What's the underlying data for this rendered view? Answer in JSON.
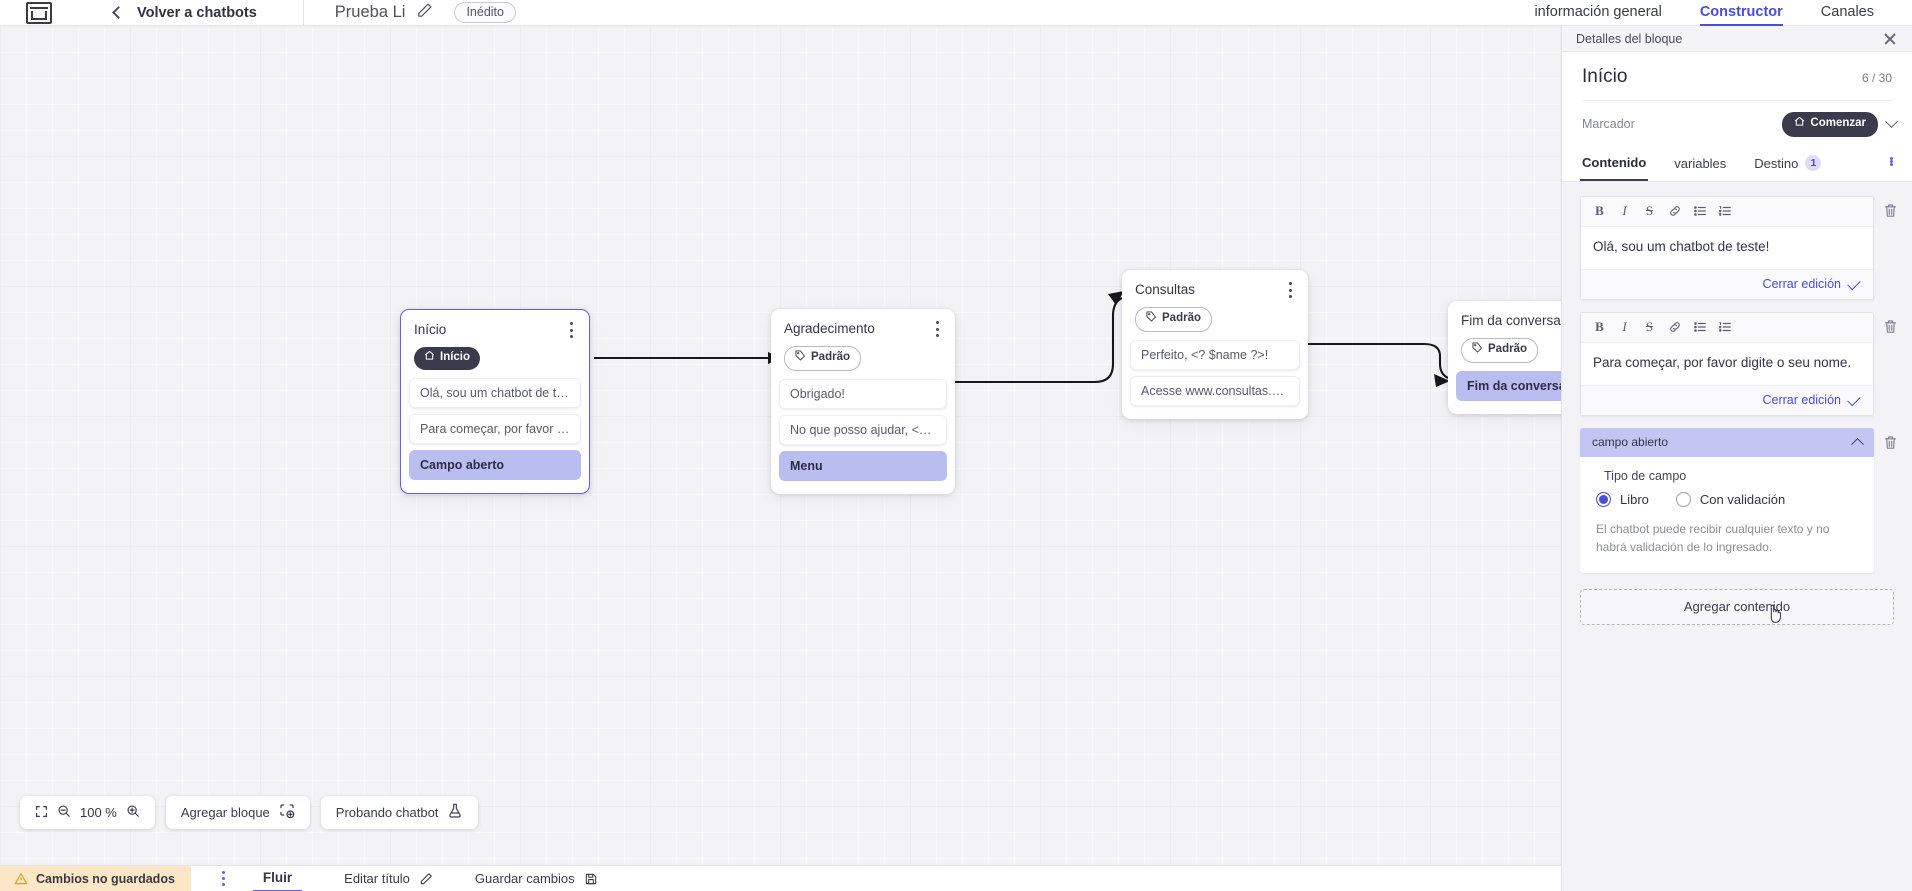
{
  "topbar": {
    "logo_name": "app-logo",
    "back_label": "Volver a chatbots",
    "doc_title": "Prueba Li",
    "status_badge": "Inédito",
    "tabs": [
      {
        "label": "información general",
        "active": false
      },
      {
        "label": "Constructor",
        "active": true
      },
      {
        "label": "Canales",
        "active": false
      }
    ]
  },
  "canvas": {
    "nodes": [
      {
        "id": "inicio",
        "title": "Início",
        "chip": {
          "label": "Início",
          "style": "dark",
          "icon": "home-icon"
        },
        "selected": true,
        "rows": [
          {
            "text": "Olá, sou um chatbot de teste!",
            "highlight": false
          },
          {
            "text": "Para começar, por favor digite o ...",
            "highlight": false
          },
          {
            "text": "Campo aberto",
            "highlight": true
          }
        ]
      },
      {
        "id": "agradecimento",
        "title": "Agradecimento",
        "chip": {
          "label": "Padrão",
          "style": "outline",
          "icon": "tag-icon"
        },
        "selected": false,
        "rows": [
          {
            "text": "Obrigado!",
            "highlight": false
          },
          {
            "text": "No que posso ajudar, <? $name ...",
            "highlight": false
          },
          {
            "text": "Menu",
            "highlight": true
          }
        ]
      },
      {
        "id": "consultas",
        "title": "Consultas",
        "chip": {
          "label": "Padrão",
          "style": "outline",
          "icon": "tag-icon"
        },
        "selected": false,
        "rows": [
          {
            "text": "Perfeito, <? $name ?>!",
            "highlight": false
          },
          {
            "text": "Acesse www.consultas.com par...",
            "highlight": false
          }
        ]
      },
      {
        "id": "fim",
        "title": "Fim da conversa",
        "chip": {
          "label": "Padrão",
          "style": "outline",
          "icon": "tag-icon"
        },
        "selected": false,
        "rows": [
          {
            "text": "Fim da conversa",
            "highlight": true
          }
        ]
      }
    ],
    "toolbar": {
      "fit_icon": "fit-screen-icon",
      "zoom_out_icon": "zoom-out-icon",
      "zoom_level": "100 %",
      "zoom_in_icon": "zoom-in-icon",
      "add_block_label": "Agregar bloque",
      "add_block_icon": "add-block-icon",
      "test_bot_label": "Probando chatbot",
      "test_bot_icon": "flask-icon"
    }
  },
  "statusbar": {
    "warning_icon": "warning-triangle-icon",
    "warning_text": "Cambios no guardados",
    "kebab_icon": "kebab-menu-icon",
    "tabs": [
      {
        "label": "Fluir",
        "active": true
      }
    ],
    "edit_title_label": "Editar título",
    "edit_title_icon": "pencil-icon",
    "save_label": "Guardar cambios",
    "save_icon": "save-disk-icon"
  },
  "panel": {
    "header_label": "Detalles del bloque",
    "close_icon": "close-icon",
    "title": "Início",
    "count": "6 / 30",
    "marcador_label": "Marcador",
    "marcador_button": {
      "label": "Comenzar",
      "icon": "home-icon"
    },
    "marcador_chevron": "chevron-down-icon",
    "tabs": [
      {
        "label": "Contenido",
        "active": true,
        "badge": null
      },
      {
        "label": "variables",
        "active": false,
        "badge": null
      },
      {
        "label": "Destino",
        "active": false,
        "badge": "1"
      }
    ],
    "tabs_kebab": "kebab-menu-icon",
    "editors": [
      {
        "toolbar": [
          "B",
          "I",
          "S",
          "link-icon",
          "bullet-list-icon",
          "numbered-list-icon"
        ],
        "text": "Olá, sou um chatbot de teste!",
        "footer_label": "Cerrar edición",
        "delete_icon": "trash-icon"
      },
      {
        "toolbar": [
          "B",
          "I",
          "S",
          "link-icon",
          "bullet-list-icon",
          "numbered-list-icon"
        ],
        "text": "Para começar, por favor digite o seu nome.",
        "footer_label": "Cerrar edición",
        "delete_icon": "trash-icon"
      }
    ],
    "field_block": {
      "header_label": "campo abierto",
      "collapse_icon": "chevron-up-icon",
      "delete_icon": "trash-icon",
      "subtitle": "Tipo de campo",
      "options": [
        {
          "label": "Libro",
          "selected": true
        },
        {
          "label": "Con validación",
          "selected": false
        }
      ],
      "note": "El chatbot puede recibir cualquier texto y no habrá validación de lo ingresado."
    },
    "add_content_label": "Agregar contenido"
  },
  "colors": {
    "accent": "#4b4ddb",
    "purple": "#6b5ce7",
    "highlight_row": "#b9bdf0",
    "field_header": "#c3c6f2",
    "warning_bg": "#fbe7c6",
    "canvas_bg": "#ebebef"
  }
}
